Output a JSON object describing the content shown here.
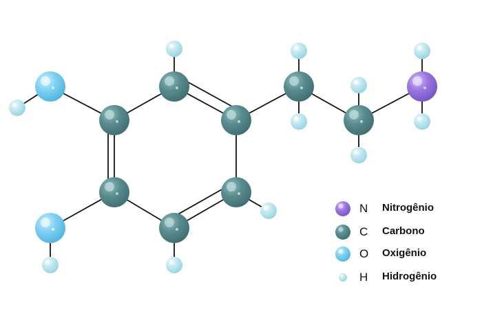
{
  "colors": {
    "nitrogen": "#9a76e0",
    "carbon": "#5a8c8f",
    "oxygen": "#7fd0f2",
    "hydrogen": "#bde6ee",
    "bond": "#111111"
  },
  "legend": [
    {
      "symbol": "N",
      "name": "Nitrogênio",
      "element": "nitrogen"
    },
    {
      "symbol": "C",
      "name": "Carbono",
      "element": "carbon"
    },
    {
      "symbol": "O",
      "name": "Oxigênio",
      "element": "oxygen"
    },
    {
      "symbol": "H",
      "name": "Hidrogênio",
      "element": "hydrogen"
    }
  ]
}
